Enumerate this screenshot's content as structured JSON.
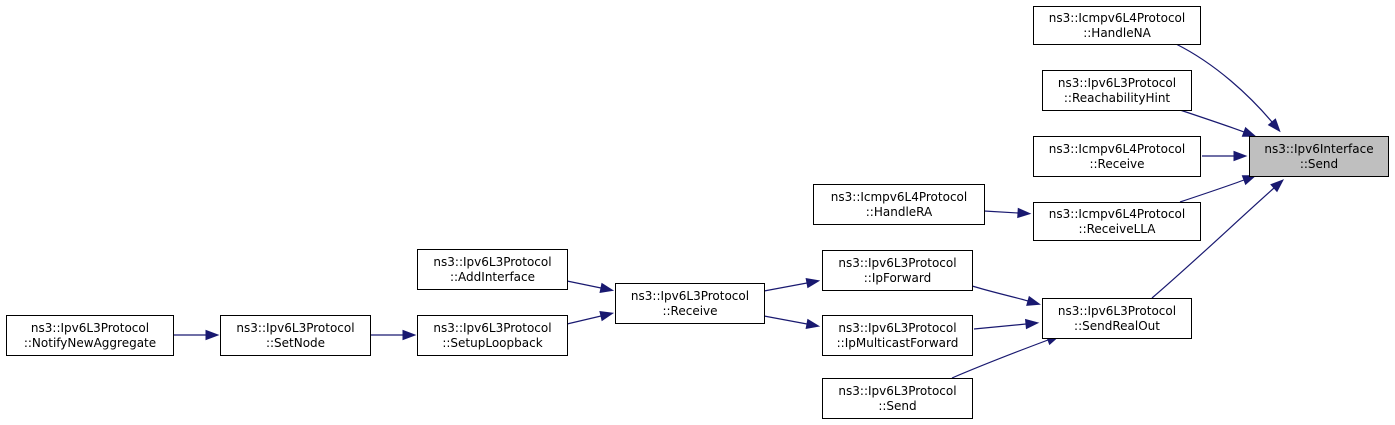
{
  "colors": {
    "node_fill": "#ffffff",
    "target_fill": "#bfbfbf",
    "node_border": "#000000",
    "edge": "#191970"
  },
  "nodes": [
    {
      "id": "send_iface",
      "line1": "ns3::Ipv6Interface",
      "line2": "::Send",
      "highlighted": true
    },
    {
      "id": "handle_na",
      "line1": "ns3::Icmpv6L4Protocol",
      "line2": "::HandleNA"
    },
    {
      "id": "reach_hint",
      "line1": "ns3::Ipv6L3Protocol",
      "line2": "::ReachabilityHint"
    },
    {
      "id": "icmp_receive",
      "line1": "ns3::Icmpv6L4Protocol",
      "line2": "::Receive"
    },
    {
      "id": "receive_lla",
      "line1": "ns3::Icmpv6L4Protocol",
      "line2": "::ReceiveLLA"
    },
    {
      "id": "handle_ra",
      "line1": "ns3::Icmpv6L4Protocol",
      "line2": "::HandleRA"
    },
    {
      "id": "send_real_out",
      "line1": "ns3::Ipv6L3Protocol",
      "line2": "::SendRealOut"
    },
    {
      "id": "ip_forward",
      "line1": "ns3::Ipv6L3Protocol",
      "line2": "::IpForward"
    },
    {
      "id": "ip_mcast_forward",
      "line1": "ns3::Ipv6L3Protocol",
      "line2": "::IpMulticastForward"
    },
    {
      "id": "l3_send",
      "line1": "ns3::Ipv6L3Protocol",
      "line2": "::Send"
    },
    {
      "id": "l3_receive",
      "line1": "ns3::Ipv6L3Protocol",
      "line2": "::Receive"
    },
    {
      "id": "add_interface",
      "line1": "ns3::Ipv6L3Protocol",
      "line2": "::AddInterface"
    },
    {
      "id": "setup_loopback",
      "line1": "ns3::Ipv6L3Protocol",
      "line2": "::SetupLoopback"
    },
    {
      "id": "set_node",
      "line1": "ns3::Ipv6L3Protocol",
      "line2": "::SetNode"
    },
    {
      "id": "notify_new_agg",
      "line1": "ns3::Ipv6L3Protocol",
      "line2": "::NotifyNewAggregate"
    }
  ],
  "edges": [
    {
      "from": "handle_na",
      "to": "send_iface"
    },
    {
      "from": "reach_hint",
      "to": "send_iface"
    },
    {
      "from": "icmp_receive",
      "to": "send_iface"
    },
    {
      "from": "receive_lla",
      "to": "send_iface"
    },
    {
      "from": "send_real_out",
      "to": "send_iface"
    },
    {
      "from": "handle_ra",
      "to": "receive_lla"
    },
    {
      "from": "ip_forward",
      "to": "send_real_out"
    },
    {
      "from": "ip_mcast_forward",
      "to": "send_real_out"
    },
    {
      "from": "l3_send",
      "to": "send_real_out"
    },
    {
      "from": "l3_receive",
      "to": "ip_forward"
    },
    {
      "from": "l3_receive",
      "to": "ip_mcast_forward"
    },
    {
      "from": "add_interface",
      "to": "l3_receive"
    },
    {
      "from": "setup_loopback",
      "to": "l3_receive"
    },
    {
      "from": "set_node",
      "to": "setup_loopback"
    },
    {
      "from": "notify_new_agg",
      "to": "set_node"
    }
  ]
}
